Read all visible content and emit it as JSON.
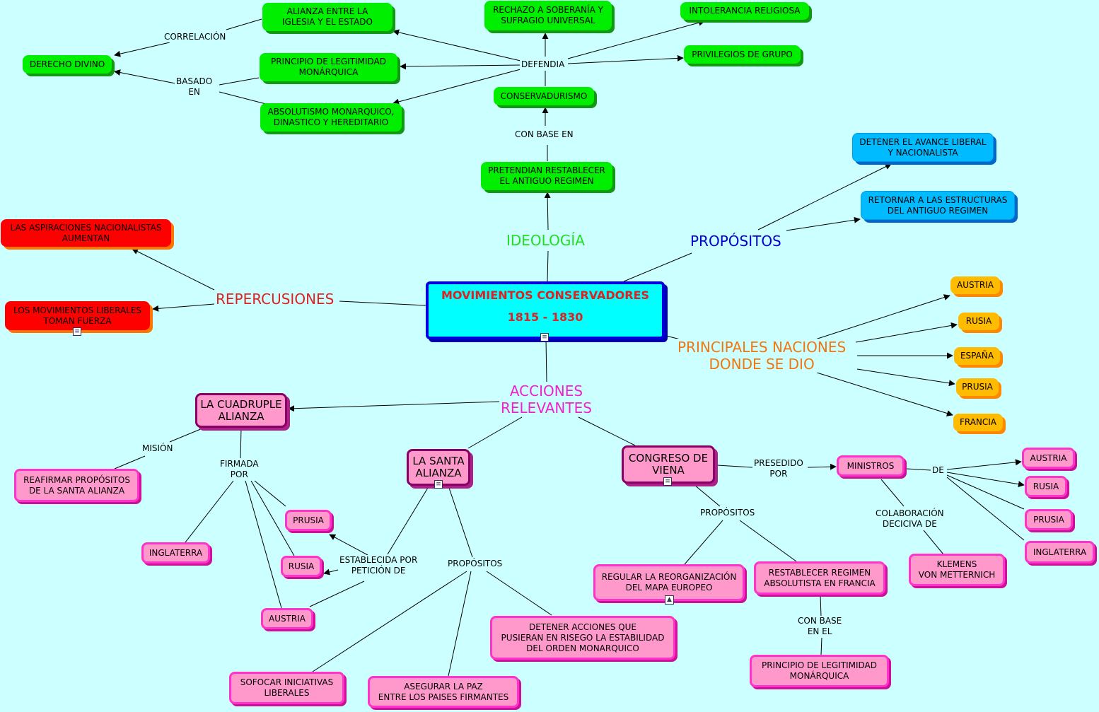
{
  "center": {
    "title": "MOVIMIENTOS CONSERVADORES",
    "years": "1815 - 1830",
    "icon": "document-icon"
  },
  "branches": {
    "ideologia": "IDEOLOGÍA",
    "propositos": "PROPÓSITOS",
    "repercusiones": "REPERCUSIONES",
    "naciones": "PRINCIPALES NACIONES\nDONDE SE DIO",
    "acciones": "ACCIONES\nRELEVANTES"
  },
  "ideologia": {
    "pretendian": "PRETENDIAN RESTABLECER\nEL ANTIGUO REGIMEN",
    "con_base_en": "CON BASE EN",
    "conservadurismo": "CONSERVADURISMO",
    "defendia": "DEFENDIA",
    "rechazo": "RECHAZO A SOBERANÍA Y\nSUFRAGIO UNIVERSAL",
    "intolerancia": "INTOLERANCIA RELIGIOSA",
    "privilegios": "PRIVILEGIOS DE GRUPO",
    "alianza": "ALIANZA ENTRE LA\nIGLESIA Y EL ESTADO",
    "principio": "PRINCIPIO DE LEGITIMIDAD\nMONÁRQUICA",
    "absolutismo": "ABSOLUTISMO MONARQUICO,\nDINASTICO Y HEREDITARIO",
    "correlacion": "CORRELACIÓN",
    "basado_en": "BASADO\nEN",
    "derecho_divino": "DERECHO DIVINO"
  },
  "propositos": {
    "detener": "DETENER EL AVANCE LIBERAL\nY NACIONALISTA",
    "retornar": "RETORNAR A LAS ESTRUCTURAS\nDEL ANTIGUO REGIMEN"
  },
  "repercusiones": {
    "aspiraciones": "LAS ASPIRACIONES NACIONALISTAS\nAUMENTAN",
    "movimientos": "LOS MOVIMIENTOS LIBERALES\nTOMAN FUERZA"
  },
  "naciones": [
    "AUSTRIA",
    "RUSIA",
    "ESPAÑA",
    "PRUSIA",
    "FRANCIA"
  ],
  "cuadruple": {
    "title": "LA CUADRUPLE\nALIANZA",
    "mision": "MISIÓN",
    "reafirmar": "REAFIRMAR PROPÓSITOS\nDE LA SANTA ALIANZA",
    "firmada_por": "FIRMADA\nPOR",
    "inglaterra": "INGLATERRA",
    "prusia": "PRUSIA",
    "rusia": "RUSIA",
    "austria": "AUSTRIA"
  },
  "santa": {
    "title": "LA SANTA\nALIANZA",
    "establecida": "ESTABLECIDA POR\nPETICIÓN DE",
    "propositos": "PROPÓSITOS",
    "sofocar": "SOFOCAR INICIATIVAS\nLIBERALES",
    "asegurar": "ASEGURAR LA PAZ\nENTRE LOS PAISES FIRMANTES",
    "detener": "DETENER ACCIONES QUE\nPUSIERAN EN RISEGO LA ESTABILIDAD\nDEL ORDEN MONARQUICO"
  },
  "congreso": {
    "title": "CONGRESO DE\nVIENA",
    "presedido_por": "PRESEDIDO\nPOR",
    "ministros": "MINISTROS",
    "de": "DE",
    "paises": [
      "AUSTRIA",
      "RUSIA",
      "PRUSIA",
      "INGLATERRA"
    ],
    "colaboracion": "COLABORACIÓN\nDECICIVA DE",
    "metternich": "KLEMENS\nVON  METTERNICH",
    "propositos": "PROPÓSITOS",
    "regular": "REGULAR LA REORGANIZACIÓN\nDEL MAPA EUROPEO",
    "restablecer": "RESTABLECER REGIMEN\nABSOLUTISTA EN FRANCIA",
    "con_base_en_el": "CON BASE\nEN EL",
    "principio": "PRINCIPIO DE LEGITIMIDAD\nMONÁRQUICA"
  },
  "colors": {
    "background": "#ccffff",
    "ideologia": "#22dd22",
    "propositos": "#0000cc",
    "repercusiones": "#dd2222",
    "naciones": "#ee7711",
    "acciones": "#ee22cc",
    "center_text": "#dd2222"
  }
}
